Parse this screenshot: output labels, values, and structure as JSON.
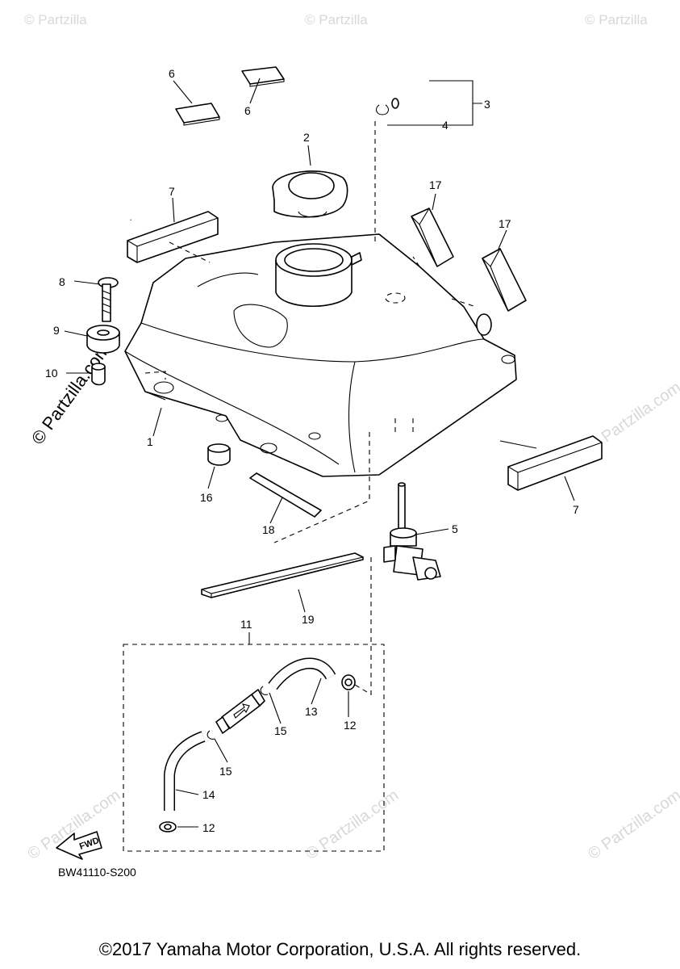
{
  "watermark": {
    "brand": "© Partzilla.com",
    "corner_text": "© Partzilla"
  },
  "callouts": {
    "p1": "1",
    "p2": "2",
    "p3": "3",
    "p4": "4",
    "p5": "5",
    "p6a": "6",
    "p6b": "6",
    "p7a": "7",
    "p7b": "7",
    "p8": "8",
    "p9": "9",
    "p10": "10",
    "p11": "11",
    "p12a": "12",
    "p12b": "12",
    "p13": "13",
    "p14": "14",
    "p15a": "15",
    "p15b": "15",
    "p16": "16",
    "p17a": "17",
    "p17b": "17",
    "p18": "18",
    "p19": "19"
  },
  "fwd_label": "FWD",
  "diagram_code": "BW41110-S200",
  "copyright": "©2017 Yamaha Motor Corporation, U.S.A. All rights reserved."
}
